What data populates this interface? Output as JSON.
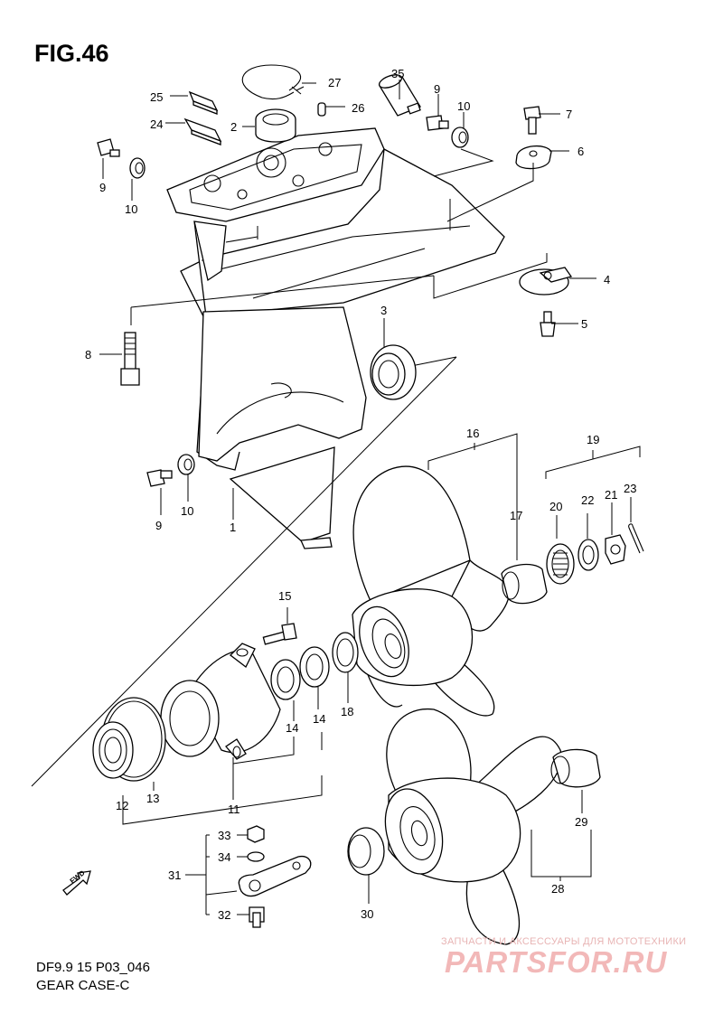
{
  "figure": {
    "title": "FIG.46",
    "model_code": "DF9.9 15 P03_046",
    "group_name": "GEAR CASE-C",
    "direction_mark": "FWD"
  },
  "watermark": {
    "tagline": "ЗАПЧАСТИ И АКСЕССУАРЫ ДЛЯ МОТОТЕХНИКИ",
    "brand": "PARTSFOR.RU"
  },
  "callouts": [
    {
      "id": "c27",
      "label": "27"
    },
    {
      "id": "c35",
      "label": "35"
    },
    {
      "id": "c25",
      "label": "25"
    },
    {
      "id": "c24",
      "label": "24"
    },
    {
      "id": "c2",
      "label": "2"
    },
    {
      "id": "c26",
      "label": "26"
    },
    {
      "id": "c9a",
      "label": "9"
    },
    {
      "id": "c10a",
      "label": "10"
    },
    {
      "id": "c7",
      "label": "7"
    },
    {
      "id": "c6",
      "label": "6"
    },
    {
      "id": "c9b",
      "label": "9"
    },
    {
      "id": "c10b",
      "label": "10"
    },
    {
      "id": "c4",
      "label": "4"
    },
    {
      "id": "c5",
      "label": "5"
    },
    {
      "id": "c3",
      "label": "3"
    },
    {
      "id": "c8",
      "label": "8"
    },
    {
      "id": "c16",
      "label": "16"
    },
    {
      "id": "c19",
      "label": "19"
    },
    {
      "id": "c23",
      "label": "23"
    },
    {
      "id": "c20",
      "label": "20"
    },
    {
      "id": "c22",
      "label": "22"
    },
    {
      "id": "c21",
      "label": "21"
    },
    {
      "id": "c17",
      "label": "17"
    },
    {
      "id": "c9c",
      "label": "9"
    },
    {
      "id": "c10c",
      "label": "10"
    },
    {
      "id": "c1",
      "label": "1"
    },
    {
      "id": "c15",
      "label": "15"
    },
    {
      "id": "c14a",
      "label": "14"
    },
    {
      "id": "c14b",
      "label": "14"
    },
    {
      "id": "c18",
      "label": "18"
    },
    {
      "id": "c12",
      "label": "12"
    },
    {
      "id": "c13",
      "label": "13"
    },
    {
      "id": "c11",
      "label": "11"
    },
    {
      "id": "c29",
      "label": "29"
    },
    {
      "id": "c33",
      "label": "33"
    },
    {
      "id": "c34",
      "label": "34"
    },
    {
      "id": "c31",
      "label": "31"
    },
    {
      "id": "c32",
      "label": "32"
    },
    {
      "id": "c30",
      "label": "30"
    },
    {
      "id": "c28",
      "label": "28"
    }
  ]
}
